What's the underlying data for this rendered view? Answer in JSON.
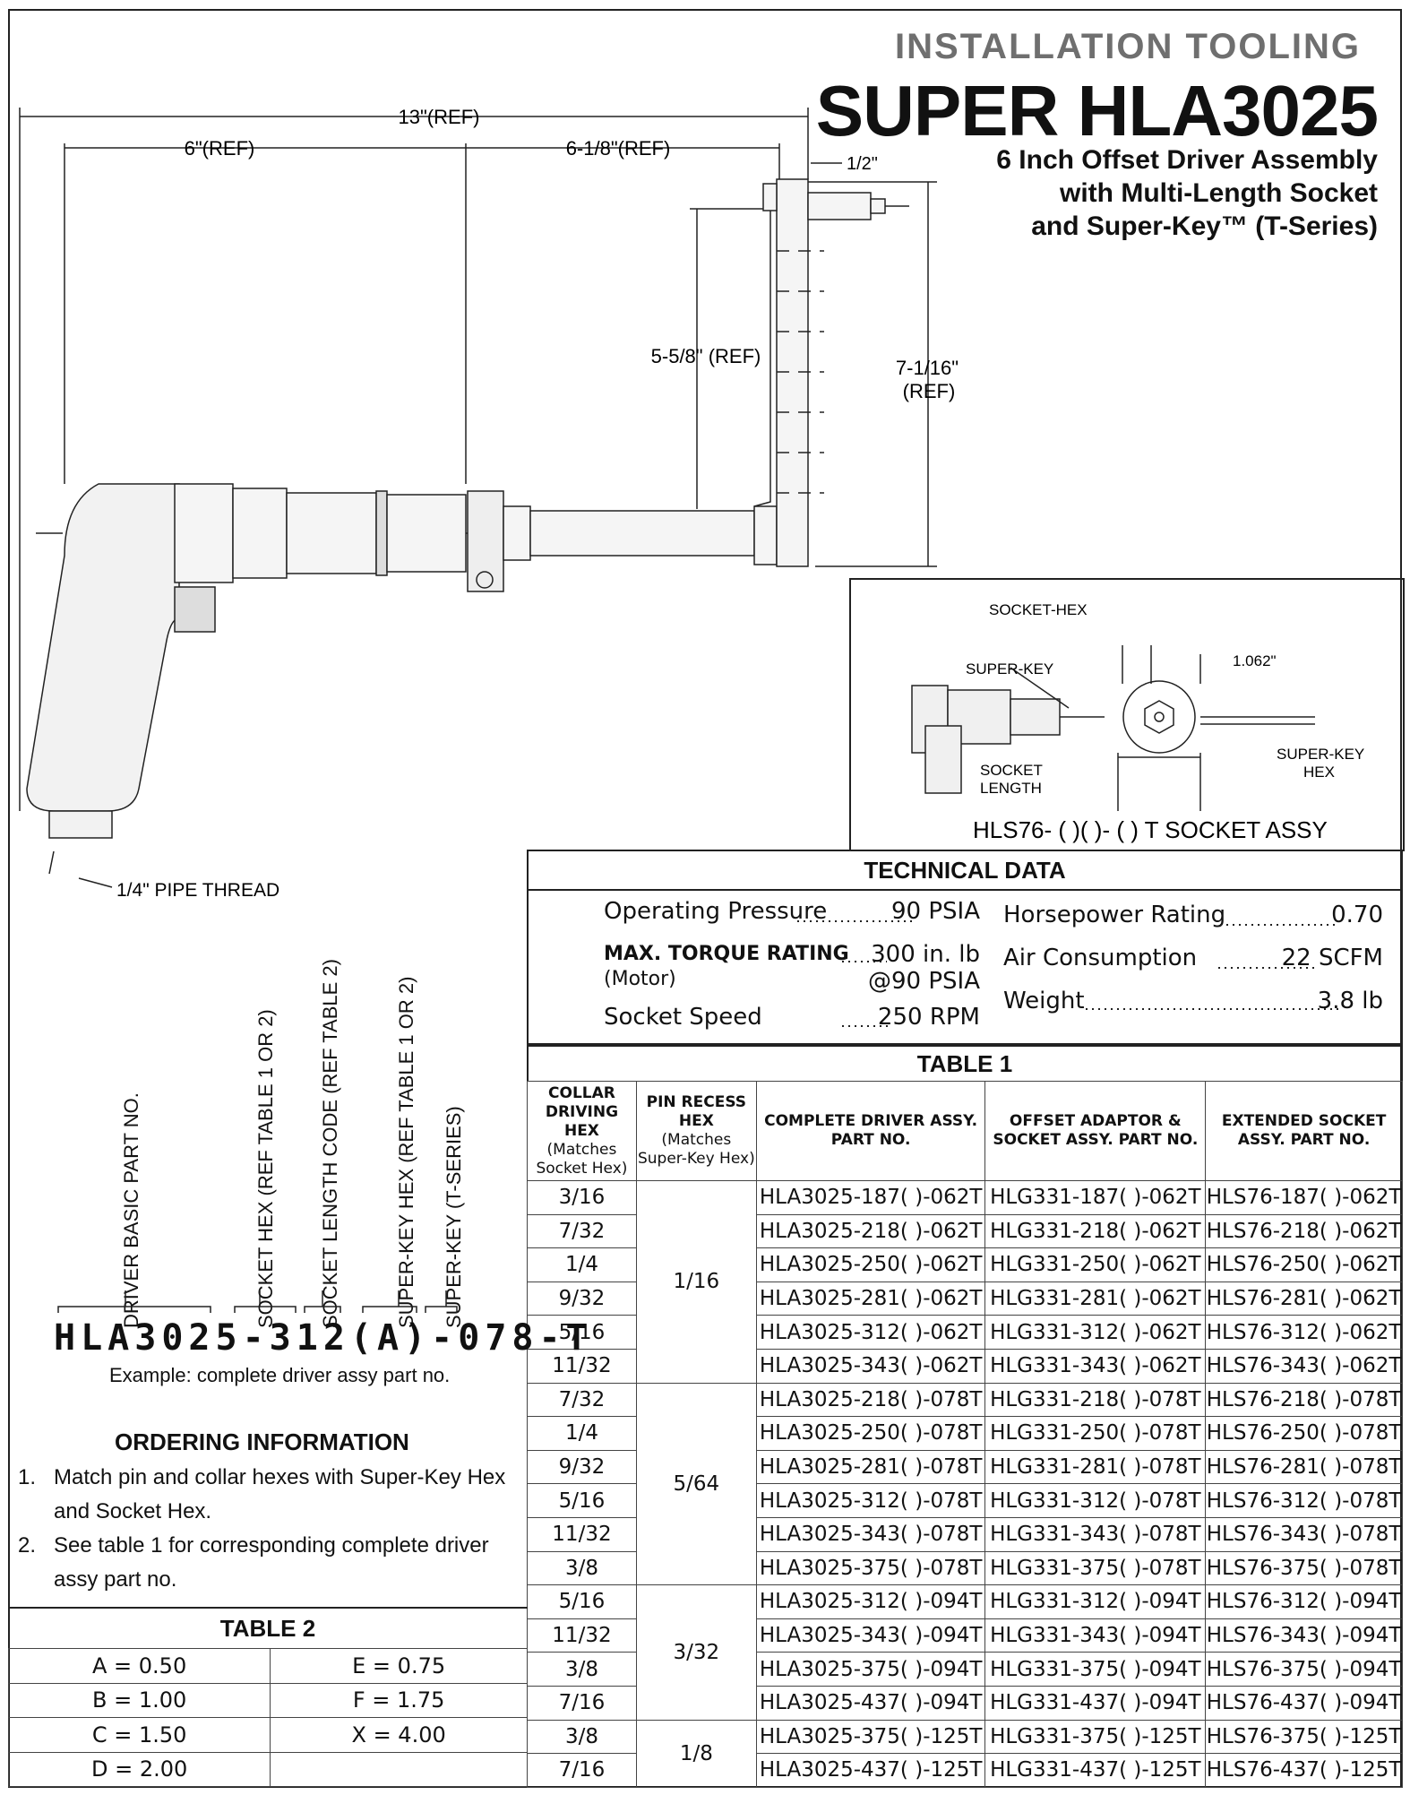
{
  "header": {
    "category": "INSTALLATION TOOLING",
    "model": "SUPER HLA3025",
    "subtitle_lines": [
      "6 Inch Offset Driver Assembly",
      "with Multi-Length Socket",
      "and Super-Key™ (T-Series)"
    ]
  },
  "dimensions": {
    "overall": "13\"(REF)",
    "left": "6\"(REF)",
    "right": "6-1/8\"(REF)",
    "offset": "1/2\"",
    "height_inner": "5-5/8\" (REF)",
    "height_outer_1": "7-1/16\"",
    "height_outer_2": "(REF)",
    "pipe_thread": "1/4\" PIPE THREAD"
  },
  "socket_detail": {
    "socket_hex": "SOCKET-HEX",
    "super_key": "SUPER-KEY",
    "dimension": "1.062\"",
    "socket_length_1": "SOCKET",
    "socket_length_2": "LENGTH",
    "super_key_hex_1": "SUPER-KEY",
    "super_key_hex_2": "HEX",
    "caption": "HLS76- ( )( )- ( ) T SOCKET ASSY"
  },
  "technical_data": {
    "title": "TECHNICAL DATA",
    "operating_pressure_label": "Operating Pressure",
    "operating_pressure_value": "90 PSIA",
    "torque_label": "MAX. TORQUE RATING",
    "torque_value": "300 in. lb",
    "motor_label": "(Motor)",
    "motor_value": "@90 PSIA",
    "socket_speed_label": "Socket Speed",
    "socket_speed_value": "250 RPM",
    "horsepower_label": "Horsepower Rating",
    "horsepower_value": "0.70",
    "air_label": "Air Consumption",
    "air_value": "22 SCFM",
    "weight_label": "Weight",
    "weight_value": "3.8 lb"
  },
  "table1": {
    "title": "TABLE 1",
    "headers": [
      {
        "main": "COLLAR DRIVING HEX",
        "sub": "(Matches Socket Hex)"
      },
      {
        "main": "PIN RECESS HEX",
        "sub": "(Matches Super-Key Hex)"
      },
      {
        "main": "COMPLETE DRIVER ASSY. PART NO.",
        "sub": ""
      },
      {
        "main": "OFFSET ADAPTOR & SOCKET ASSY. PART NO.",
        "sub": ""
      },
      {
        "main": "EXTENDED SOCKET ASSY. PART NO.",
        "sub": ""
      }
    ],
    "groups": [
      {
        "pin": "1/16",
        "rows": [
          [
            "3/16",
            "HLA3025-187( )-062T",
            "HLG331-187( )-062T",
            "HLS76-187( )-062T"
          ],
          [
            "7/32",
            "HLA3025-218( )-062T",
            "HLG331-218( )-062T",
            "HLS76-218( )-062T"
          ],
          [
            "1/4",
            "HLA3025-250( )-062T",
            "HLG331-250( )-062T",
            "HLS76-250( )-062T"
          ],
          [
            "9/32",
            "HLA3025-281( )-062T",
            "HLG331-281( )-062T",
            "HLS76-281( )-062T"
          ],
          [
            "5/16",
            "HLA3025-312( )-062T",
            "HLG331-312( )-062T",
            "HLS76-312( )-062T"
          ],
          [
            "11/32",
            "HLA3025-343( )-062T",
            "HLG331-343( )-062T",
            "HLS76-343( )-062T"
          ]
        ]
      },
      {
        "pin": "5/64",
        "rows": [
          [
            "7/32",
            "HLA3025-218( )-078T",
            "HLG331-218( )-078T",
            "HLS76-218( )-078T"
          ],
          [
            "1/4",
            "HLA3025-250( )-078T",
            "HLG331-250( )-078T",
            "HLS76-250( )-078T"
          ],
          [
            "9/32",
            "HLA3025-281( )-078T",
            "HLG331-281( )-078T",
            "HLS76-281( )-078T"
          ],
          [
            "5/16",
            "HLA3025-312( )-078T",
            "HLG331-312( )-078T",
            "HLS76-312( )-078T"
          ],
          [
            "11/32",
            "HLA3025-343( )-078T",
            "HLG331-343( )-078T",
            "HLS76-343( )-078T"
          ],
          [
            "3/8",
            "HLA3025-375( )-078T",
            "HLG331-375( )-078T",
            "HLS76-375( )-078T"
          ]
        ]
      },
      {
        "pin": "3/32",
        "rows": [
          [
            "5/16",
            "HLA3025-312( )-094T",
            "HLG331-312( )-094T",
            "HLS76-312( )-094T"
          ],
          [
            "11/32",
            "HLA3025-343( )-094T",
            "HLG331-343( )-094T",
            "HLS76-343( )-094T"
          ],
          [
            "3/8",
            "HLA3025-375( )-094T",
            "HLG331-375( )-094T",
            "HLS76-375( )-094T"
          ],
          [
            "7/16",
            "HLA3025-437( )-094T",
            "HLG331-437( )-094T",
            "HLS76-437( )-094T"
          ]
        ]
      },
      {
        "pin": "1/8",
        "rows": [
          [
            "3/8",
            "HLA3025-375( )-125T",
            "HLG331-375( )-125T",
            "HLS76-375( )-125T"
          ],
          [
            "7/16",
            "HLA3025-437( )-125T",
            "HLG331-437( )-125T",
            "HLS76-437( )-125T"
          ]
        ]
      }
    ]
  },
  "part_code": {
    "labels": [
      "DRIVER BASIC PART NO.",
      "SOCKET HEX (REF TABLE 1 OR 2)",
      "SOCKET LENGTH CODE (REF TABLE 2)",
      "SUPER-KEY HEX (REF TABLE 1 OR 2)",
      "SUPER-KEY (T-SERIES)"
    ],
    "code": "HLA3025-312(A)-078-T",
    "example": "Example: complete driver assy part no."
  },
  "ordering": {
    "title": "ORDERING INFORMATION",
    "items": [
      {
        "num": "1.",
        "text": "Match pin and collar hexes with Super-Key Hex and Socket Hex."
      },
      {
        "num": "2.",
        "text": "See table 1 for corresponding complete driver assy part no."
      }
    ]
  },
  "table2": {
    "title": "TABLE 2",
    "rows": [
      [
        "A = 0.50",
        "E = 0.75"
      ],
      [
        "B = 1.00",
        "F = 1.75"
      ],
      [
        "C = 1.50",
        "X = 4.00"
      ],
      [
        "D = 2.00",
        ""
      ]
    ]
  }
}
